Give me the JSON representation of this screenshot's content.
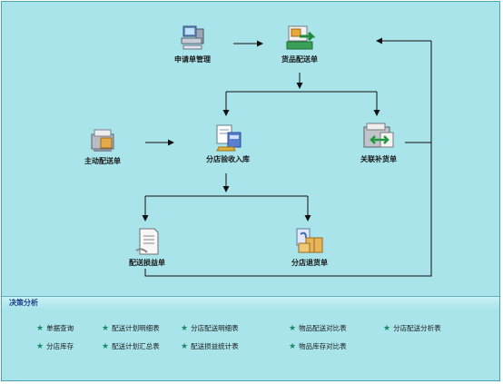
{
  "flow": {
    "nodes": [
      {
        "id": "request",
        "label": "申请单管理",
        "icon": "computer-icon"
      },
      {
        "id": "goods_dist",
        "label": "货品配送单",
        "icon": "dispatch-icon"
      },
      {
        "id": "active_dist",
        "label": "主动配送单",
        "icon": "printer-box-icon"
      },
      {
        "id": "receive",
        "label": "分店验收入库",
        "icon": "stock-in-icon"
      },
      {
        "id": "replenish",
        "label": "关联补货单",
        "icon": "replenish-icon"
      },
      {
        "id": "damage",
        "label": "配送损益单",
        "icon": "document-icon"
      },
      {
        "id": "return",
        "label": "分店退货单",
        "icon": "return-box-icon"
      }
    ]
  },
  "analysis": {
    "title": "决策分析",
    "links": [
      {
        "label": "单据查询"
      },
      {
        "label": "配送计划明细表"
      },
      {
        "label": "分店配送明细表"
      },
      {
        "label": "物品配送对比表"
      },
      {
        "label": "分店配送分析表"
      },
      {
        "label": "分店库存"
      },
      {
        "label": "配送计划汇总表"
      },
      {
        "label": "配送损益统计表"
      },
      {
        "label": "物品库存对比表"
      }
    ]
  },
  "colors": {
    "background": "#a8e4ea",
    "arrow": "#111111",
    "link_star": "#1a8a6a",
    "header_text": "#1c3f8a"
  }
}
